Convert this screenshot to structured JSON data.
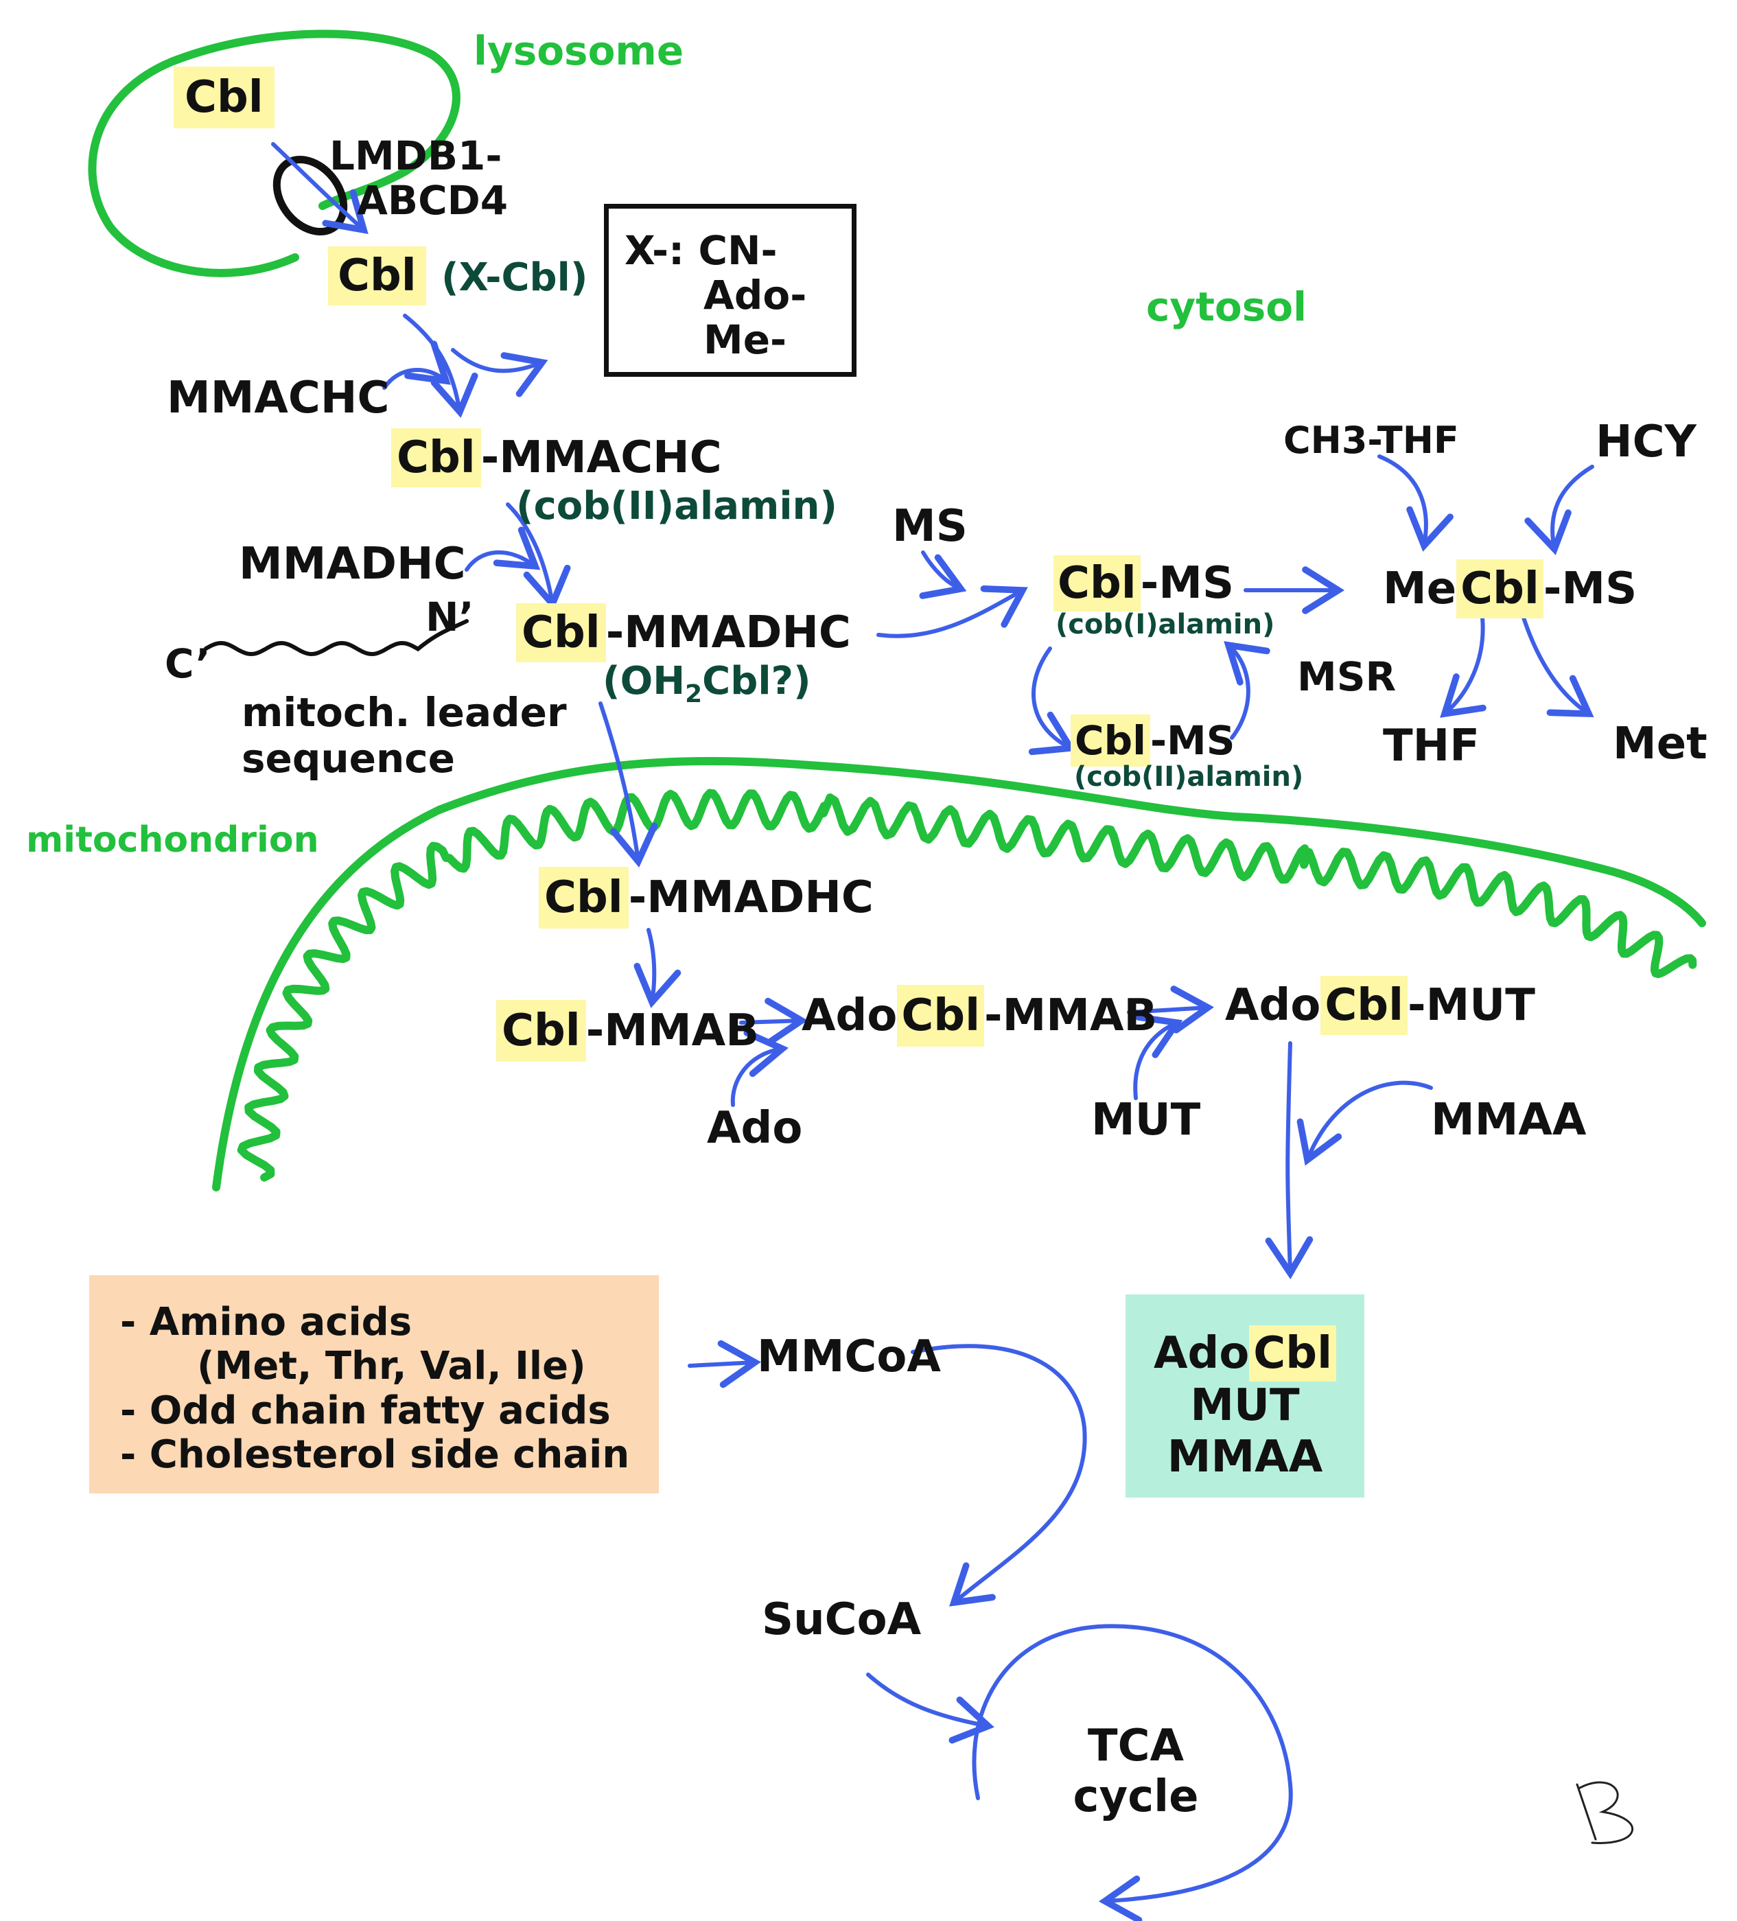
{
  "compartments": {
    "lysosome": "lysosome",
    "cytosol": "cytosol",
    "mitochondrion": "mitochondrion"
  },
  "highlight": "Cbl",
  "lysosome_cbl": "Cbl",
  "transporter": {
    "line1": "LMDB1-",
    "line2": "ABCD4"
  },
  "cbl_exported": {
    "cbl": "Cbl",
    "note": "(X-Cbl)"
  },
  "x_box": {
    "line1": "X-: CN-",
    "line2": "Ado-",
    "line3": "Me-"
  },
  "mmachc": "MMACHC",
  "cbl_mmachc": {
    "cbl": "Cbl",
    "rest": "-MMACHC",
    "note": "(cob(II)alamin)"
  },
  "mmadhc": "MMADHC",
  "cbl_mmadhc": {
    "cbl": "Cbl",
    "rest": "-MMADHC",
    "note_pre": "(OH",
    "note_sub": "2",
    "note_post": "Cbl?)"
  },
  "leader": {
    "c": "C’",
    "n": "N’",
    "line1": "mitoch. leader",
    "line2": "sequence"
  },
  "ms": "MS",
  "cbl_ms_1": {
    "cbl": "Cbl",
    "rest": "-MS",
    "note": "(cob(I)alamin)"
  },
  "cbl_ms_2": {
    "cbl": "Cbl",
    "rest": "-MS",
    "note": "(cob(II)alamin)"
  },
  "msr": "MSR",
  "ch3thf": "CH3-THF",
  "hcy": "HCY",
  "mecbl_ms": {
    "pre": "Me",
    "cbl": "Cbl",
    "rest": "-MS"
  },
  "thf": "THF",
  "met": "Met",
  "mito_cbl_mmadhc": {
    "cbl": "Cbl",
    "rest": "-MMADHC"
  },
  "cbl_mmab": {
    "cbl": "Cbl",
    "rest": "-MMAB"
  },
  "adocbl_mmab": {
    "pre": "Ado",
    "cbl": "Cbl",
    "rest": "-MMAB"
  },
  "ado": "Ado",
  "adocbl_mut": {
    "pre": "Ado",
    "cbl": "Cbl",
    "rest": "-MUT"
  },
  "mut": "MUT",
  "mmaa": "MMAA",
  "sources": [
    "- Amino acids",
    "(Met, Thr, Val, Ile)",
    "- Odd chain fatty acids",
    "- Cholesterol side chain"
  ],
  "mmcoa": "MMCoA",
  "complex": {
    "pre": "Ado",
    "cbl": "Cbl",
    "line2": "MUT",
    "line3": "MMAA"
  },
  "sucoa": "SuCoA",
  "tca": {
    "line1": "TCA",
    "line2": "cycle"
  },
  "colors": {
    "membrane": "#22c03c",
    "arrow": "#3d5fe8",
    "highlight": "#fdf7a6",
    "sources_box": "#fcd8b4",
    "complex_box": "#b6f0dd"
  }
}
